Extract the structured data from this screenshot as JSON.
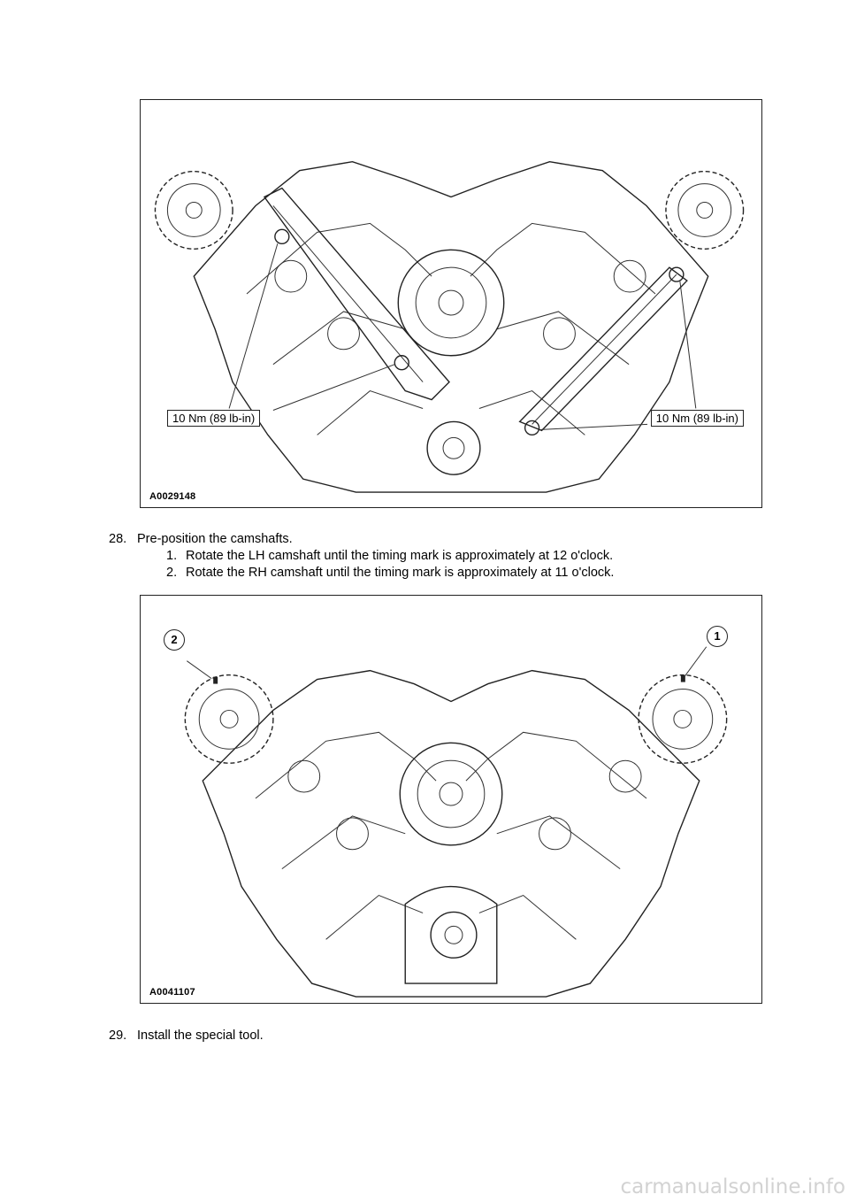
{
  "figure1": {
    "id": "A0029148",
    "callout_left": "10 Nm (89 lb-in)",
    "callout_right": "10 Nm (89 lb-in)"
  },
  "step28": {
    "number": "28.",
    "text": "Pre-position the camshafts.",
    "substeps": [
      {
        "number": "1.",
        "text": "Rotate the LH camshaft until the timing mark is approximately at 12 o'clock."
      },
      {
        "number": "2.",
        "text": "Rotate the RH camshaft until the timing mark is approximately at 11 o'clock."
      }
    ]
  },
  "figure2": {
    "id": "A0041107",
    "callout_1": "1",
    "callout_2": "2"
  },
  "step29": {
    "number": "29.",
    "text": "Install the special tool."
  },
  "watermark": "carmanualsonline.info"
}
